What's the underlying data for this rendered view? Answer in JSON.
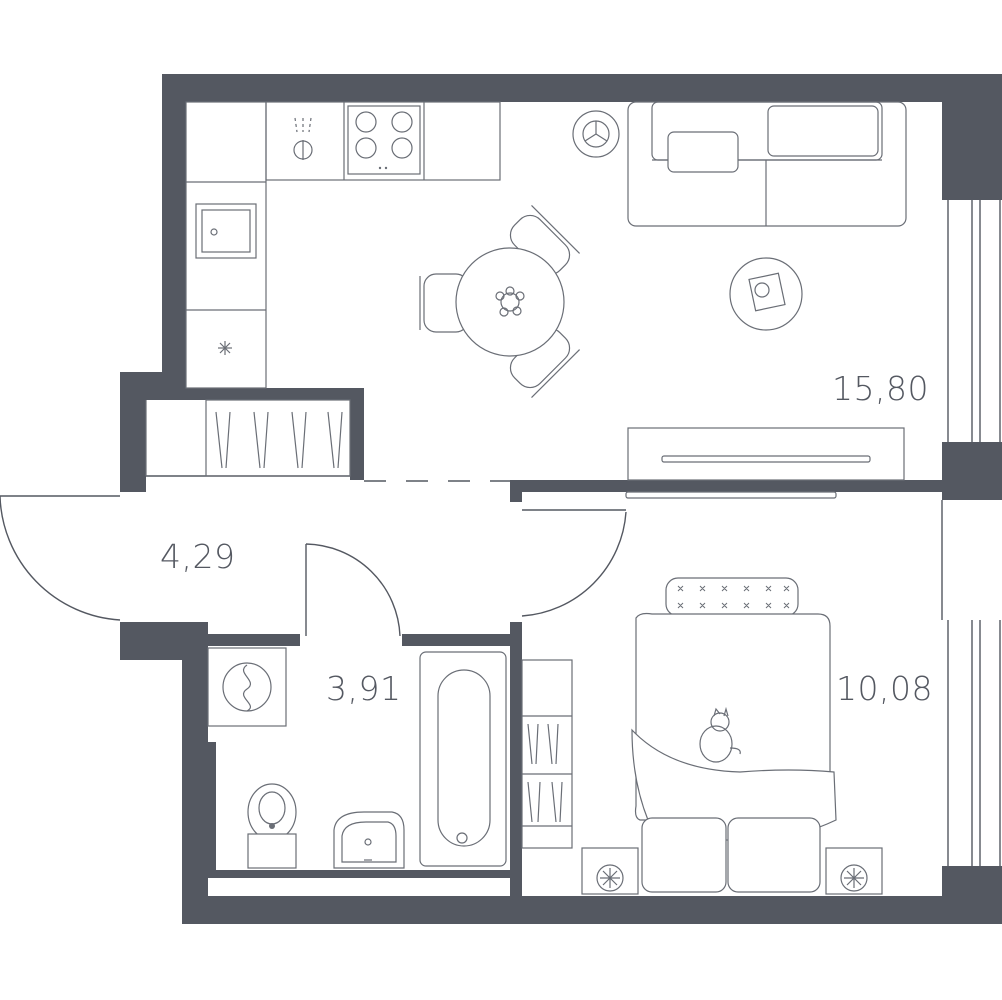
{
  "plan": {
    "rooms": [
      {
        "id": "living-kitchen",
        "area": "15,80"
      },
      {
        "id": "bedroom",
        "area": "10,08"
      },
      {
        "id": "hallway",
        "area": "4,29"
      },
      {
        "id": "bathroom",
        "area": "3,91"
      }
    ],
    "colors": {
      "wall": "#545861",
      "line": "#6a6e76",
      "background": "#ffffff"
    }
  }
}
